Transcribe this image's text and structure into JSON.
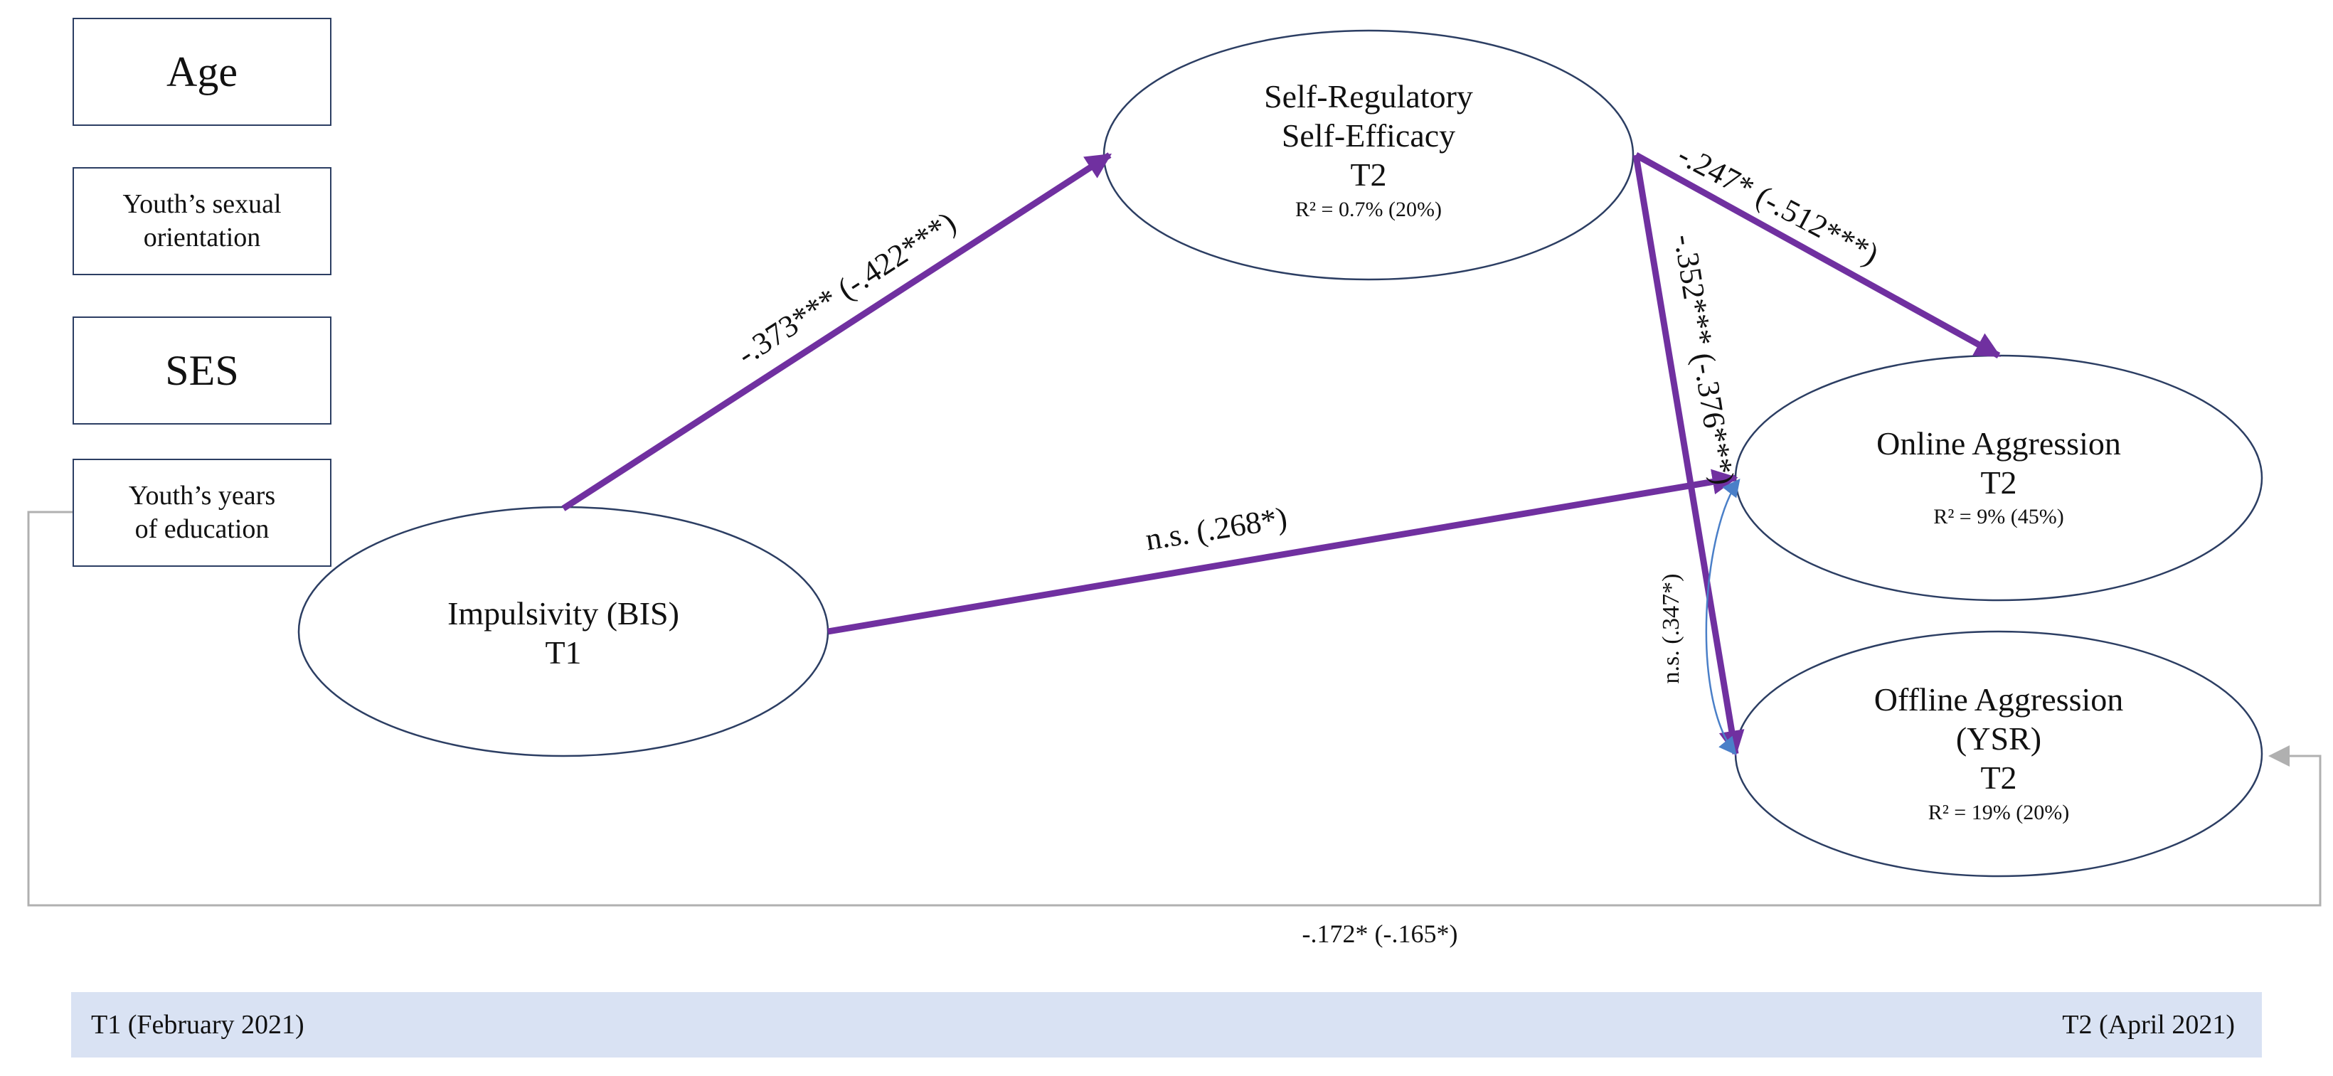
{
  "covariates": [
    {
      "id": "age",
      "label": "Age"
    },
    {
      "id": "sexual-orientation",
      "label": "Youth’s sexual\norientation"
    },
    {
      "id": "ses",
      "label": "SES"
    },
    {
      "id": "years-education",
      "label": "Youth’s years\nof education"
    }
  ],
  "nodes": {
    "impulsivity": {
      "line1": "Impulsivity (BIS)",
      "line2": "T1"
    },
    "self_efficacy": {
      "line1": "Self-Regulatory",
      "line2": "Self-Efficacy",
      "line3": "T2",
      "r2": "R² = 0.7% (20%)"
    },
    "online_aggression": {
      "line1": "Online Aggression",
      "line2": "T2",
      "r2": "R² = 9% (45%)"
    },
    "offline_aggression": {
      "line1": "Offline Aggression",
      "line2": "(YSR)",
      "line3": "T2",
      "r2": "R² = 19% (20%)"
    }
  },
  "paths": {
    "impulsivity_to_self_efficacy": "-.373*** (-.422***)",
    "impulsivity_to_online": "n.s. (.268*)",
    "self_efficacy_to_online": "-.247* (-.512***)",
    "self_efficacy_to_offline": "-.352*** (-.376***)",
    "online_offline_covariance": "n.s. (.347*)",
    "covariates_to_offline": "-.172* (-.165*)"
  },
  "timeline": {
    "start": "T1 (February 2021)",
    "end": "T2 (April 2021)"
  },
  "colors": {
    "path": "#7030a0",
    "ellipse_border": "#2c3e63",
    "covariance": "#4a7fc8",
    "covariate_line": "#b0b0b0",
    "timeline_bar": "#d9e2f3"
  }
}
